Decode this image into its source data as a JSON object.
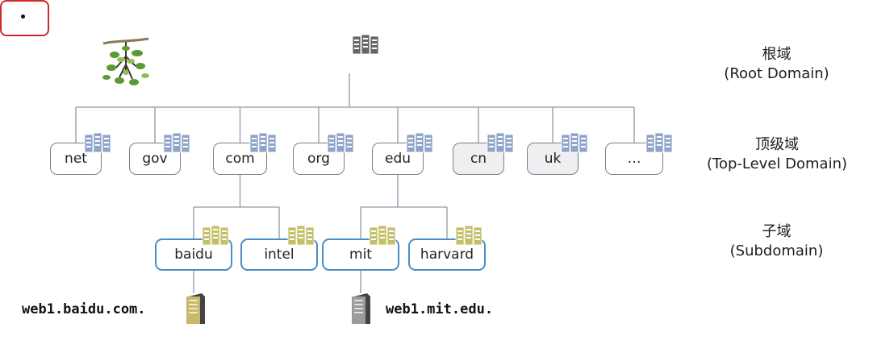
{
  "root": {
    "symbol": "."
  },
  "levels": {
    "root": {
      "name": "根域",
      "english": "(Root Domain)"
    },
    "tld": {
      "name": "顶级域",
      "english": "(Top-Level Domain)"
    },
    "sub": {
      "name": "子域",
      "english": "(Subdomain)"
    }
  },
  "tlds": [
    {
      "label": "net",
      "shaded": false
    },
    {
      "label": "gov",
      "shaded": false
    },
    {
      "label": "com",
      "shaded": false
    },
    {
      "label": "org",
      "shaded": false
    },
    {
      "label": "edu",
      "shaded": false
    },
    {
      "label": "cn",
      "shaded": true
    },
    {
      "label": "uk",
      "shaded": true
    },
    {
      "label": "…",
      "shaded": false
    }
  ],
  "subdomains": [
    {
      "label": "baidu",
      "parent": "com"
    },
    {
      "label": "intel",
      "parent": "com"
    },
    {
      "label": "mit",
      "parent": "edu"
    },
    {
      "label": "harvard",
      "parent": "edu"
    }
  ],
  "hosts": [
    {
      "name": "web1.baidu.com.",
      "parent": "baidu",
      "server_color": "#c9b76a"
    },
    {
      "name": "web1.mit.edu.",
      "parent": "mit",
      "server_color": "#9a9a9a"
    }
  ],
  "icons": {
    "tree": "tree-branch-icon",
    "server_cluster": "server-cluster-icon",
    "server": "server-tower-icon"
  },
  "colors": {
    "root_border": "#cf2a2a",
    "tld_border": "#7a7f86",
    "sub_border": "#4a8ec5",
    "connector": "#8f96a8",
    "tld_servers": "#8fa4c9",
    "sub_servers": "#c4c06a",
    "root_servers": "#666666"
  }
}
